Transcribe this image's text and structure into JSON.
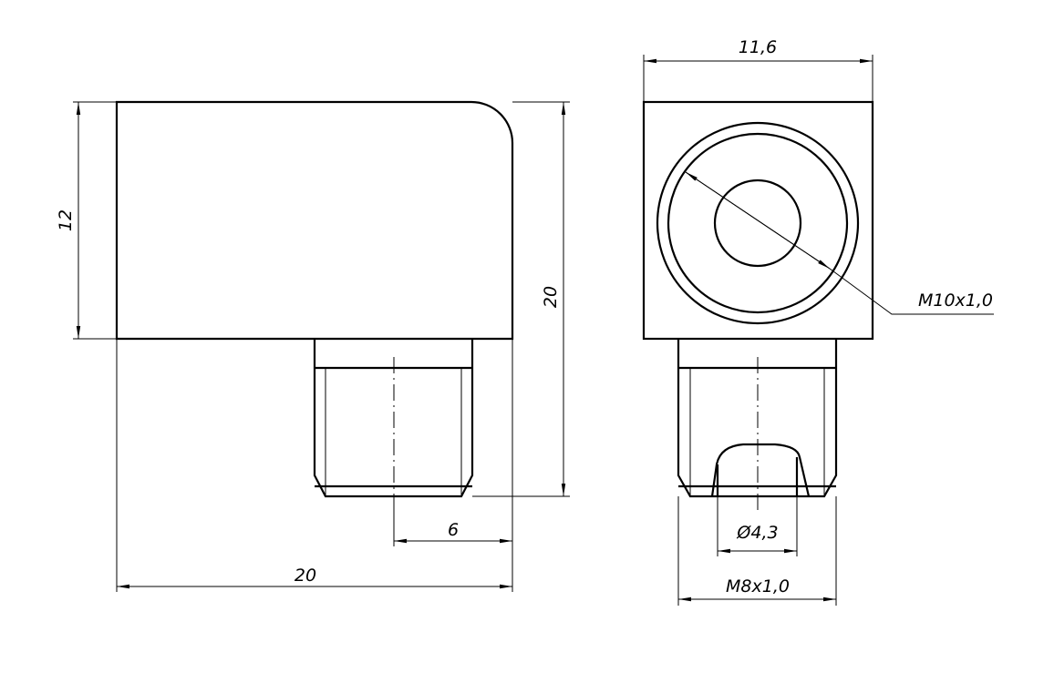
{
  "side_view": {
    "dimensions": {
      "body_height": "12",
      "overall_height": "20",
      "overall_width": "20",
      "axis_offset": "6"
    }
  },
  "front_view": {
    "dimensions": {
      "body_width": "11,6",
      "port_thread": "M10x1,0",
      "hole_diameter": "Ø4,3",
      "stem_thread": "M8x1,0"
    }
  },
  "colors": {
    "line": "#000000",
    "background": "#ffffff"
  }
}
